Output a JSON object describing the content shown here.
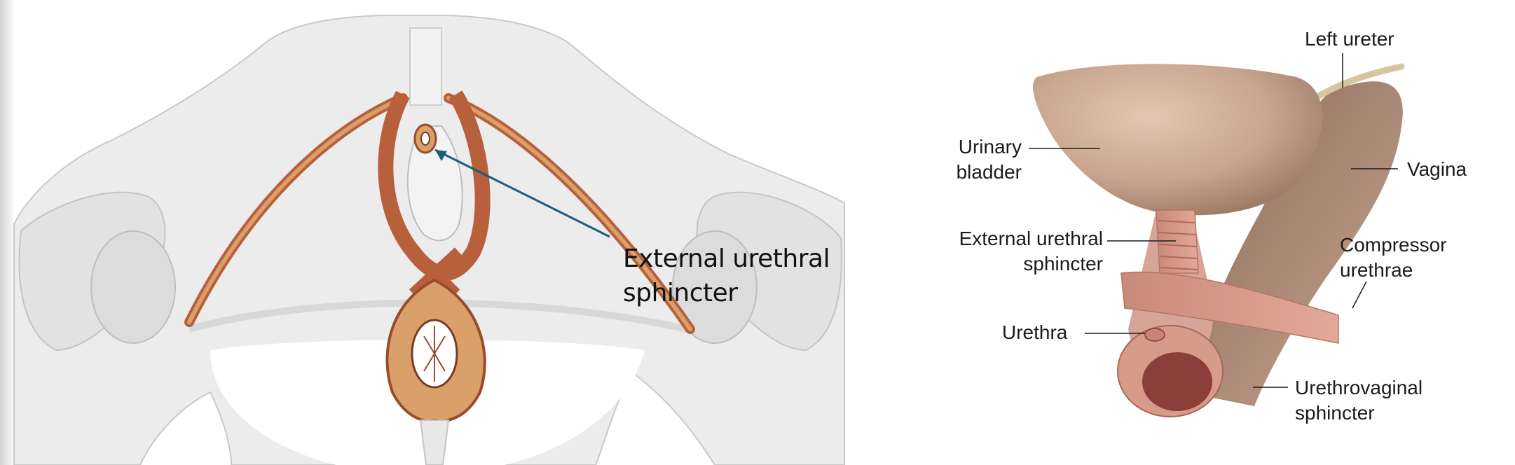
{
  "left_figure": {
    "label_line1": "External urethral",
    "label_line2": "sphincter"
  },
  "right_figure": {
    "left_ureter": "Left ureter",
    "urinary_bladder_line1": "Urinary",
    "urinary_bladder_line2": "bladder",
    "vagina": "Vagina",
    "external_urethral_line1": "External urethral",
    "external_urethral_line2": "sphincter",
    "compressor_line1": "Compressor",
    "compressor_line2": "urethrae",
    "urethra": "Urethra",
    "urethrovaginal_line1": "Urethrovaginal",
    "urethrovaginal_line2": "sphincter"
  },
  "colors": {
    "bone": "#ececec",
    "bone_outline": "#c9c9c9",
    "muscle": "#b85f3c",
    "muscle_light": "#d9a06a",
    "arrow": "#1f5b7a",
    "bladder": "#c8a58e",
    "sphincter": "#d79b8a"
  }
}
